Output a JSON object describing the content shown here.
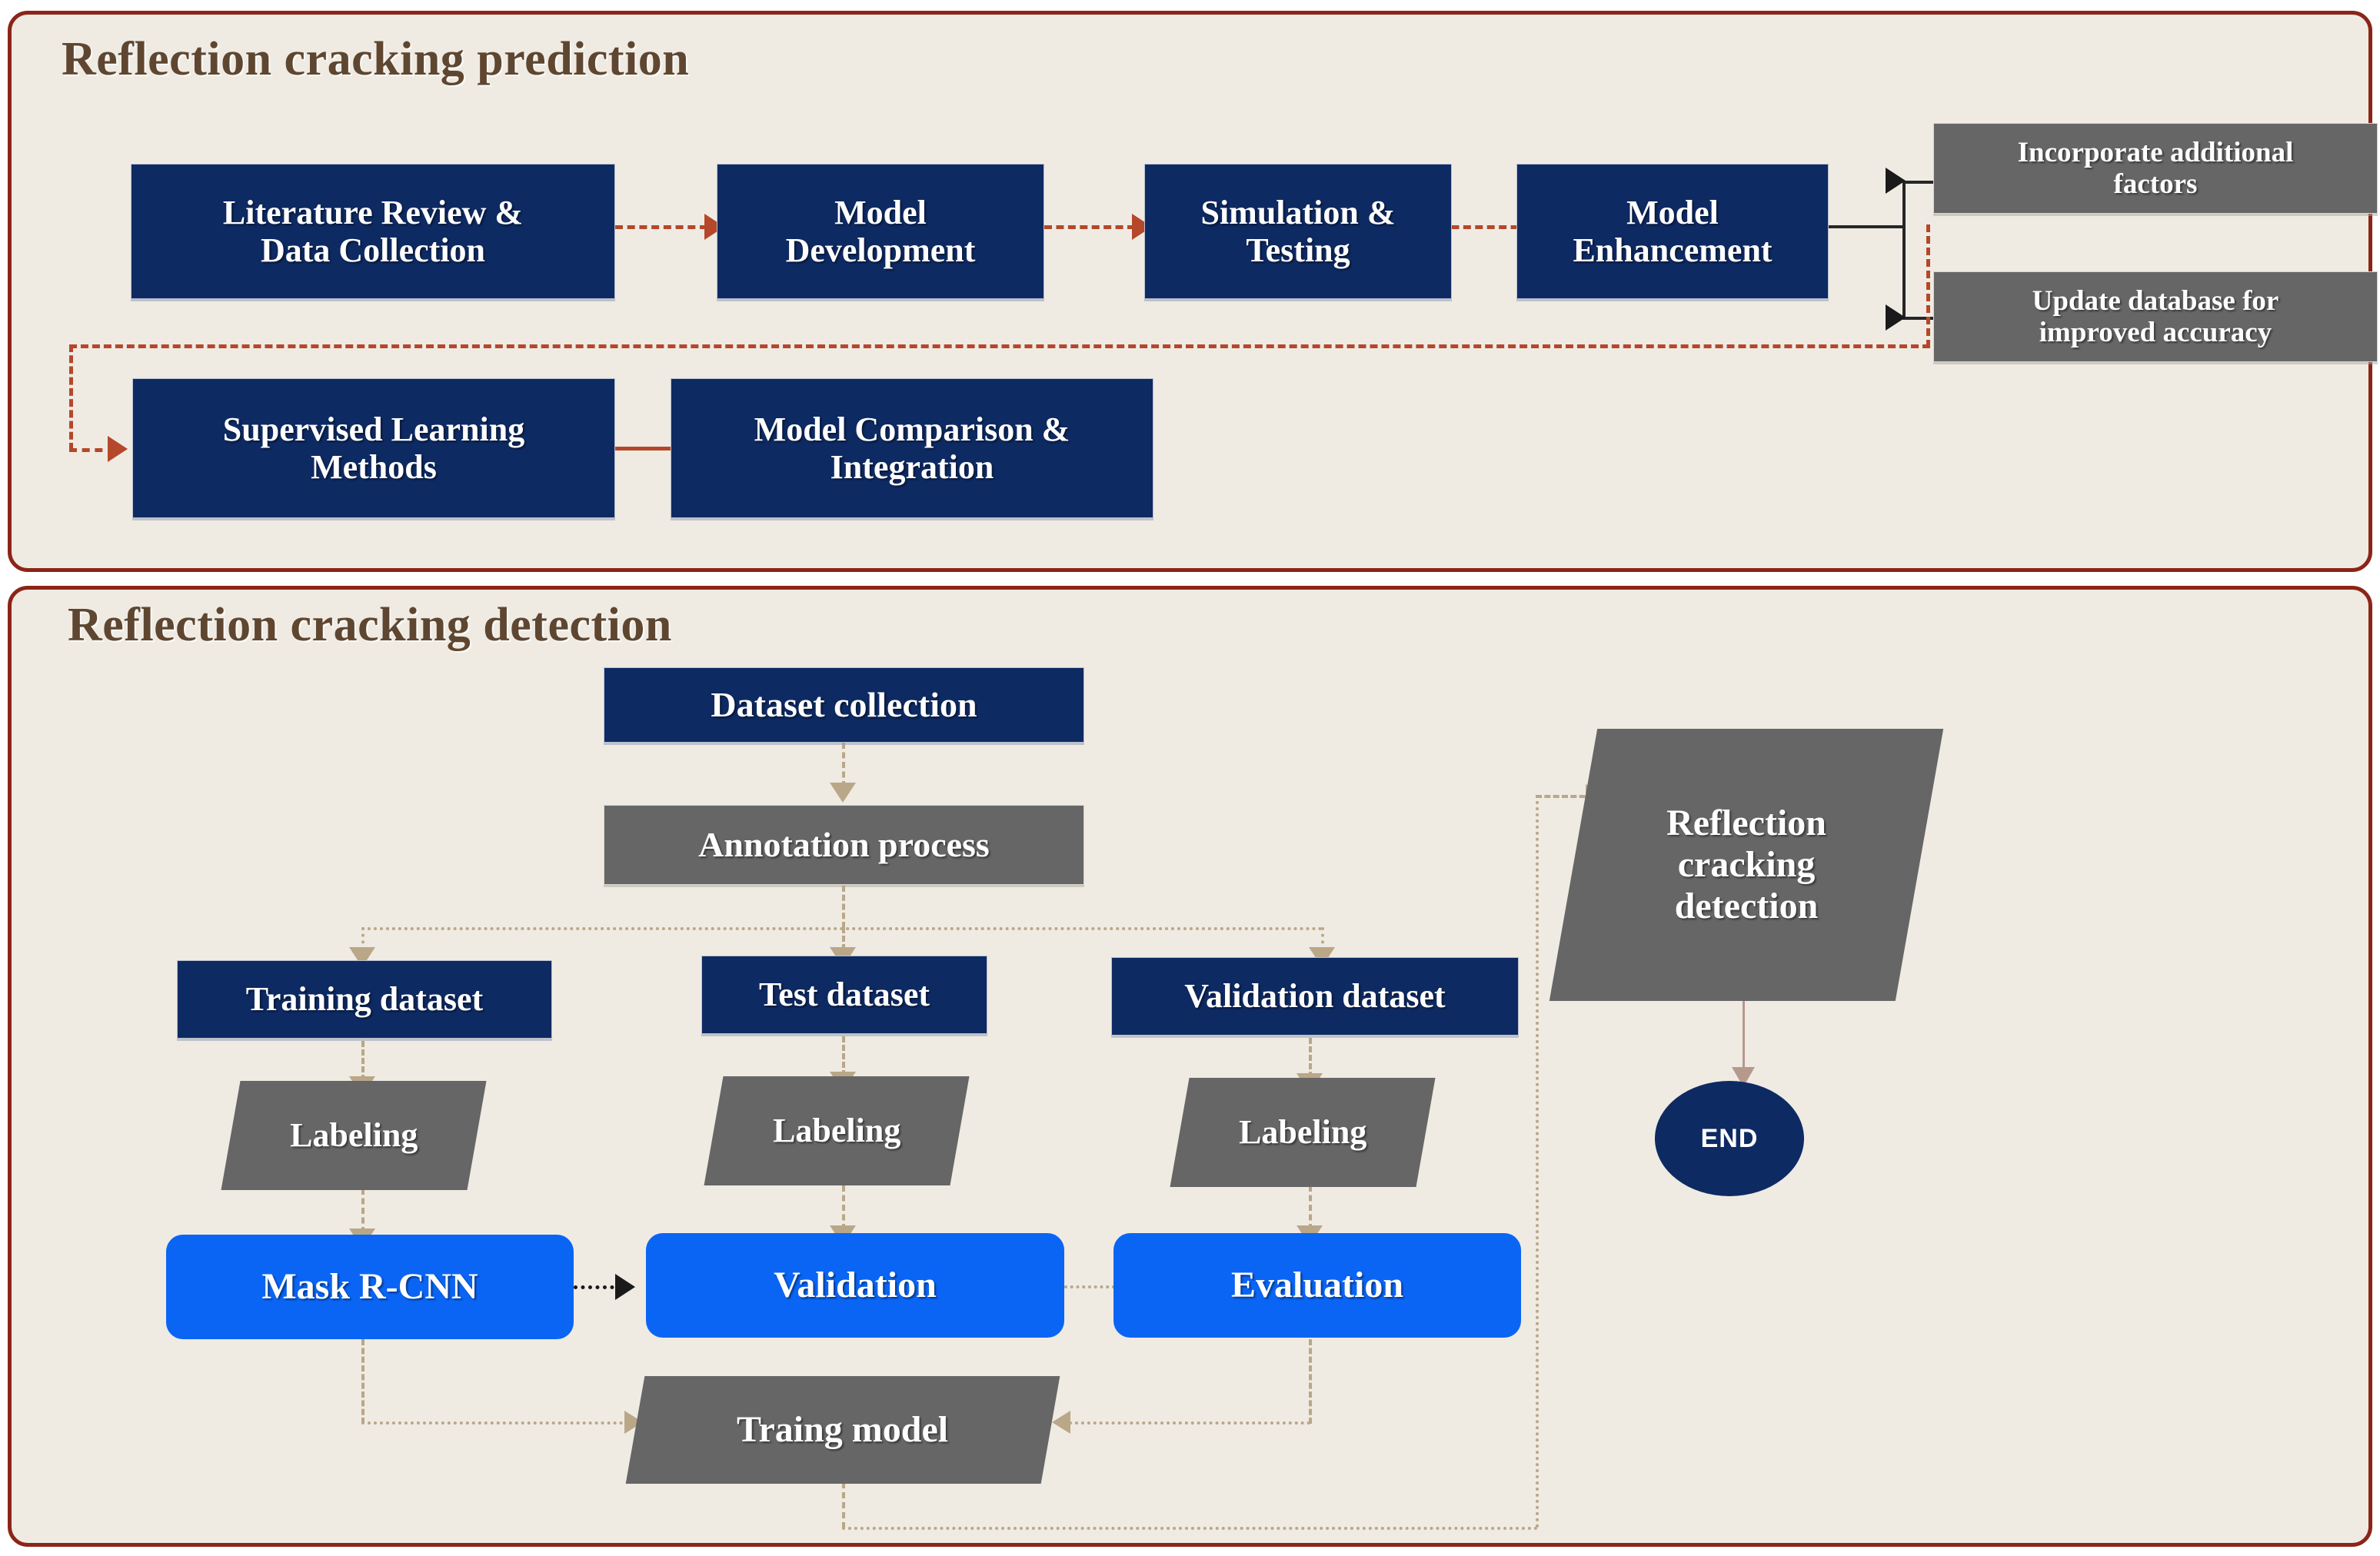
{
  "figure": {
    "type": "flowchart",
    "panels": [
      {
        "id": "prediction",
        "title": "Reflection cracking prediction",
        "nodes": [
          {
            "id": "lit",
            "label": "Literature Review & Data Collection",
            "shape": "rectangle",
            "color": "#0E2A63"
          },
          {
            "id": "moddev",
            "label": "Model Development",
            "shape": "rectangle",
            "color": "#0E2A63"
          },
          {
            "id": "simtest",
            "label": "Simulation & Testing",
            "shape": "rectangle",
            "color": "#0E2A63"
          },
          {
            "id": "modenh",
            "label": "Model Enhancement",
            "shape": "rectangle",
            "color": "#0E2A63"
          },
          {
            "id": "incfac",
            "label": "Incorporate additional factors",
            "shape": "rectangle",
            "color": "#666666"
          },
          {
            "id": "updb",
            "label": "Update database for improved accuracy",
            "shape": "rectangle",
            "color": "#666666"
          },
          {
            "id": "suplearn",
            "label": "Supervised Learning Methods",
            "shape": "rectangle",
            "color": "#0E2A63"
          },
          {
            "id": "modcomp",
            "label": "Model Comparison & Integration",
            "shape": "rectangle",
            "color": "#0E2A63"
          }
        ],
        "edges": [
          {
            "from": "lit",
            "to": "moddev",
            "style": "dashed",
            "color": "#B5472A"
          },
          {
            "from": "moddev",
            "to": "simtest",
            "style": "dashed",
            "color": "#B5472A"
          },
          {
            "from": "simtest",
            "to": "modenh",
            "style": "dashed",
            "color": "#B5472A"
          },
          {
            "from": "modenh",
            "to": "incfac",
            "style": "solid",
            "color": "#262626"
          },
          {
            "from": "modenh",
            "to": "updb",
            "style": "solid",
            "color": "#262626"
          },
          {
            "from": "modenh",
            "to": "suplearn",
            "style": "dashed",
            "color": "#B5472A"
          },
          {
            "from": "suplearn",
            "to": "modcomp",
            "style": "solid",
            "color": "#B5472A"
          }
        ]
      },
      {
        "id": "detection",
        "title": "Reflection cracking detection",
        "nodes": [
          {
            "id": "datacoll",
            "label": "Dataset  collection",
            "shape": "rectangle",
            "color": "#0E2A63"
          },
          {
            "id": "annot",
            "label": "Annotation process",
            "shape": "rectangle",
            "color": "#666666"
          },
          {
            "id": "traindata",
            "label": "Training dataset",
            "shape": "rectangle",
            "color": "#0E2A63"
          },
          {
            "id": "testdata",
            "label": "Test dataset",
            "shape": "rectangle",
            "color": "#0E2A63"
          },
          {
            "id": "valdata",
            "label": "Validation dataset",
            "shape": "rectangle",
            "color": "#0E2A63"
          },
          {
            "id": "label1",
            "label": "Labeling",
            "shape": "parallelogram",
            "color": "#666666"
          },
          {
            "id": "label2",
            "label": "Labeling",
            "shape": "parallelogram",
            "color": "#666666"
          },
          {
            "id": "label3",
            "label": "Labeling",
            "shape": "parallelogram",
            "color": "#666666"
          },
          {
            "id": "maskrcnn",
            "label": "Mask R-CNN",
            "shape": "rounded-rectangle",
            "color": "#0A65F5"
          },
          {
            "id": "validation",
            "label": "Validation",
            "shape": "rounded-rectangle",
            "color": "#0A65F5"
          },
          {
            "id": "evaluation",
            "label": "Evaluation",
            "shape": "rounded-rectangle",
            "color": "#0A65F5"
          },
          {
            "id": "traingmodel",
            "label": "Traing model",
            "shape": "parallelogram",
            "color": "#666666"
          },
          {
            "id": "refdetect",
            "label": "Reflection cracking detection",
            "shape": "parallelogram",
            "color": "#666666"
          },
          {
            "id": "end",
            "label": "END",
            "shape": "ellipse",
            "color": "#0E2A63"
          }
        ],
        "edges": [
          {
            "from": "datacoll",
            "to": "annot",
            "style": "dashed",
            "color": "#B9A788"
          },
          {
            "from": "annot",
            "to": "traindata",
            "style": "dotted",
            "color": "#B9A788"
          },
          {
            "from": "annot",
            "to": "testdata",
            "style": "dashed",
            "color": "#B9A788"
          },
          {
            "from": "annot",
            "to": "valdata",
            "style": "dotted",
            "color": "#B9A788"
          },
          {
            "from": "traindata",
            "to": "label1",
            "style": "dashed",
            "color": "#B9A788"
          },
          {
            "from": "testdata",
            "to": "label2",
            "style": "dashed",
            "color": "#B9A788"
          },
          {
            "from": "valdata",
            "to": "label3",
            "style": "dashed",
            "color": "#B9A788"
          },
          {
            "from": "label1",
            "to": "maskrcnn",
            "style": "dashed",
            "color": "#B9A788"
          },
          {
            "from": "label2",
            "to": "validation",
            "style": "dashed",
            "color": "#B9A788"
          },
          {
            "from": "label3",
            "to": "evaluation",
            "style": "dashed",
            "color": "#B9A788"
          },
          {
            "from": "maskrcnn",
            "to": "validation",
            "style": "dotted",
            "color": "#1a1a1a"
          },
          {
            "from": "validation",
            "to": "evaluation",
            "style": "dotted",
            "color": "#B9A788"
          },
          {
            "from": "maskrcnn",
            "to": "traingmodel",
            "style": "dotted",
            "color": "#B9A788"
          },
          {
            "from": "evaluation",
            "to": "traingmodel",
            "style": "dotted",
            "color": "#B9A788"
          },
          {
            "from": "traingmodel",
            "to": "refdetect",
            "style": "dotted",
            "color": "#B9A788"
          },
          {
            "from": "refdetect",
            "to": "end",
            "style": "solid",
            "color": "#B59A8C"
          }
        ]
      }
    ],
    "colors": {
      "panel_background": "#EFEBE3",
      "panel_border": "#8B2518",
      "title_text": "#5E4630",
      "navy": "#0E2A63",
      "gray": "#666666",
      "bright_blue": "#0A65F5",
      "red_dashed": "#B5472A",
      "tan_dashed": "#B9A788"
    }
  },
  "prediction": {
    "title": "Reflection cracking prediction",
    "lit": "Literature Review &\nData Collection",
    "lit_l1": "Literature Review &",
    "lit_l2": "Data Collection",
    "moddev_l1": "Model",
    "moddev_l2": "Development",
    "simtest_l1": "Simulation &",
    "simtest_l2": "Testing",
    "modenh_l1": "Model",
    "modenh_l2": "Enhancement",
    "incfac_l1": "Incorporate additional",
    "incfac_l2": "factors",
    "updb_l1": "Update database for",
    "updb_l2": "improved accuracy",
    "suplearn_l1": "Supervised Learning",
    "suplearn_l2": "Methods",
    "modcomp_l1": "Model Comparison  &",
    "modcomp_l2": "Integration"
  },
  "detection": {
    "title": "Reflection cracking detection",
    "datacoll": "Dataset  collection",
    "annot": "Annotation  process",
    "traindata": "Training dataset",
    "testdata": "Test dataset",
    "valdata": "Validation dataset",
    "label1": "Labeling",
    "label2": "Labeling",
    "label3": "Labeling",
    "maskrcnn": "Mask R-CNN",
    "validation": "Validation",
    "evaluation": "Evaluation",
    "traingmodel": "Traing model",
    "refdetect_l1": "Reflection",
    "refdetect_l2": "cracking",
    "refdetect_l3": "detection",
    "end": "END"
  }
}
